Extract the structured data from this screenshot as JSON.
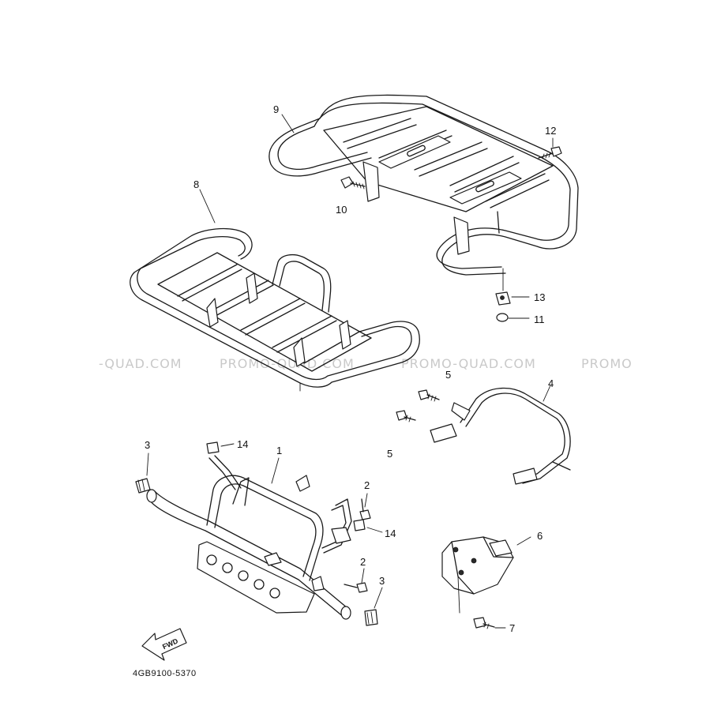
{
  "diagram": {
    "part_code": "4GB9100-5370",
    "watermarks": [
      "-QUAD.COM",
      "PROMO-QUAD.COM",
      "PROMO-QUAD.COM",
      "PROMO"
    ],
    "fwd_arrow_label": "FWD",
    "callouts": {
      "c1": "1",
      "c2a": "2",
      "c2b": "2",
      "c3a": "3",
      "c3b": "3",
      "c4": "4",
      "c5a": "5",
      "c5b": "5",
      "c6": "6",
      "c7": "7",
      "c8": "8",
      "c9": "9",
      "c10": "10",
      "c11": "11",
      "c12": "12",
      "c13": "13",
      "c14a": "14",
      "c14b": "14"
    }
  }
}
